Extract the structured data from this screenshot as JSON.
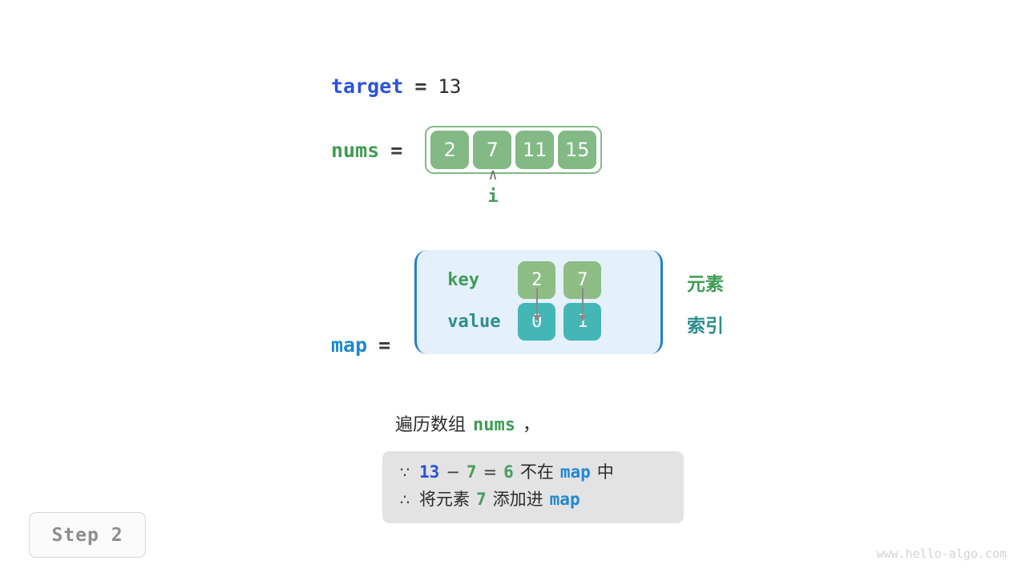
{
  "target_row": {
    "var_label": "target",
    "equals": "=",
    "value": "13"
  },
  "nums_row": {
    "var_label": "nums",
    "equals": "=",
    "cells": [
      "2",
      "7",
      "11",
      "15"
    ]
  },
  "pointer": {
    "caret": "∧",
    "label": "i",
    "index": 1
  },
  "map_block": {
    "var_label": "map",
    "equals": "=",
    "key_row_label": "key",
    "value_row_label": "value",
    "keys": [
      "2",
      "7"
    ],
    "values": [
      "0",
      "1"
    ],
    "side_labels": {
      "element": "元素",
      "index": "索引"
    }
  },
  "caption": {
    "text_before": "遍历数组",
    "token": "nums",
    "text_after": "，"
  },
  "conclusion": {
    "line1": {
      "symbol": "∵",
      "a": "13",
      "minus": "−",
      "b": "7",
      "eq": "=",
      "c": "6",
      "mid": "不在",
      "map": "map",
      "tail": "中"
    },
    "line2": {
      "symbol": "∴",
      "lead": "将元素",
      "value": "7",
      "mid": "添加进",
      "map": "map"
    }
  },
  "step_badge": {
    "label": "Step 2"
  },
  "watermark": {
    "text": "www.hello-algo.com"
  },
  "colors": {
    "target_blue": "#2b52d9",
    "nums_green": "#3f9c54",
    "map_blue": "#1f88d2",
    "cell_green": "#82b985",
    "key_green": "#8dbd84",
    "value_teal": "#44b6b6",
    "teal_text": "#2e8e8e",
    "map_panel_bg": "#e4f0fb",
    "map_panel_border": "#1f7fd0",
    "conclusion_bg": "#e3e3e3",
    "arrow_gray": "#8a8a8a",
    "badge_text": "#8d8d8d",
    "watermark_gray": "#d2d2d2"
  }
}
